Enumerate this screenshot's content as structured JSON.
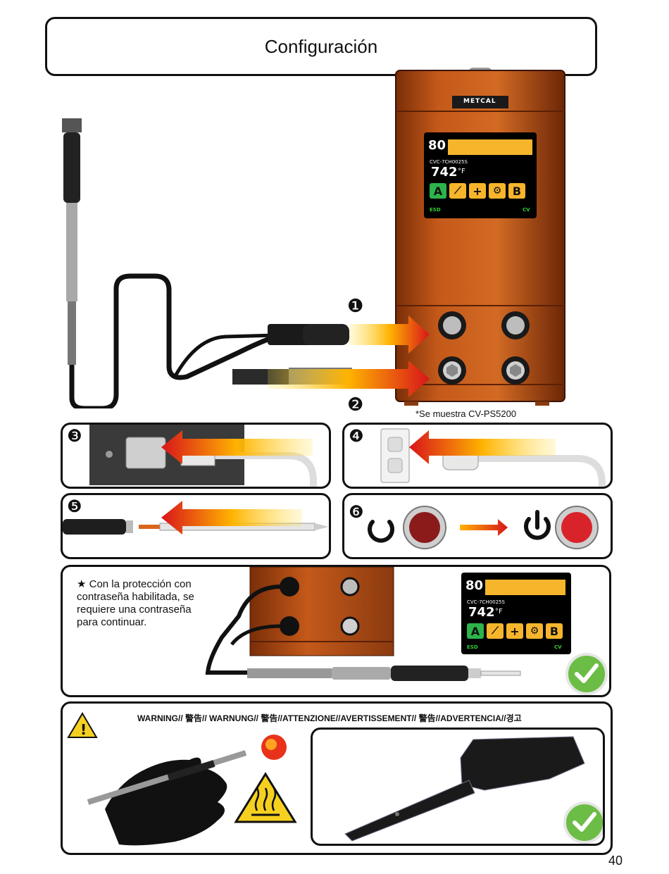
{
  "page": {
    "title": "Configuración",
    "page_number": "40",
    "station_note": "*Se muestra CV-PS5200"
  },
  "station": {
    "brand": "METCAL",
    "display": {
      "setpoint": "80",
      "cartridge_id": "CVC-7CH0025S",
      "temperature": "742",
      "unit": "°F",
      "buttons": [
        "A",
        "⟋",
        "+",
        "⚙",
        "B"
      ],
      "esd_label": "ESD",
      "cv_label": "CV"
    }
  },
  "steps": {
    "step1": "❶",
    "step2": "❷",
    "step3": "❸",
    "step4": "❹",
    "step5": "❺",
    "step6": "❻"
  },
  "protection": {
    "text": "★ Con la protección con contraseña habilitada, se requiere una contraseña para continuar."
  },
  "warning": {
    "heading": "WARNING// 警告// WARNUNG// 警告//ATTENZIONE//AVERTISSEMENT// 警告//ADVERTENCIA//경고"
  },
  "colors": {
    "station_orange": "#c25a16",
    "display_yellow": "#f7b52c",
    "display_green": "#2db34a",
    "check_green": "#6cbd45",
    "arrow_red": "#d8141a",
    "arrow_yellow": "#ffd21a"
  },
  "icons": [
    "warning-icon",
    "hot-surface-icon",
    "checkmark-icon",
    "power-icon",
    "standby-icon"
  ]
}
